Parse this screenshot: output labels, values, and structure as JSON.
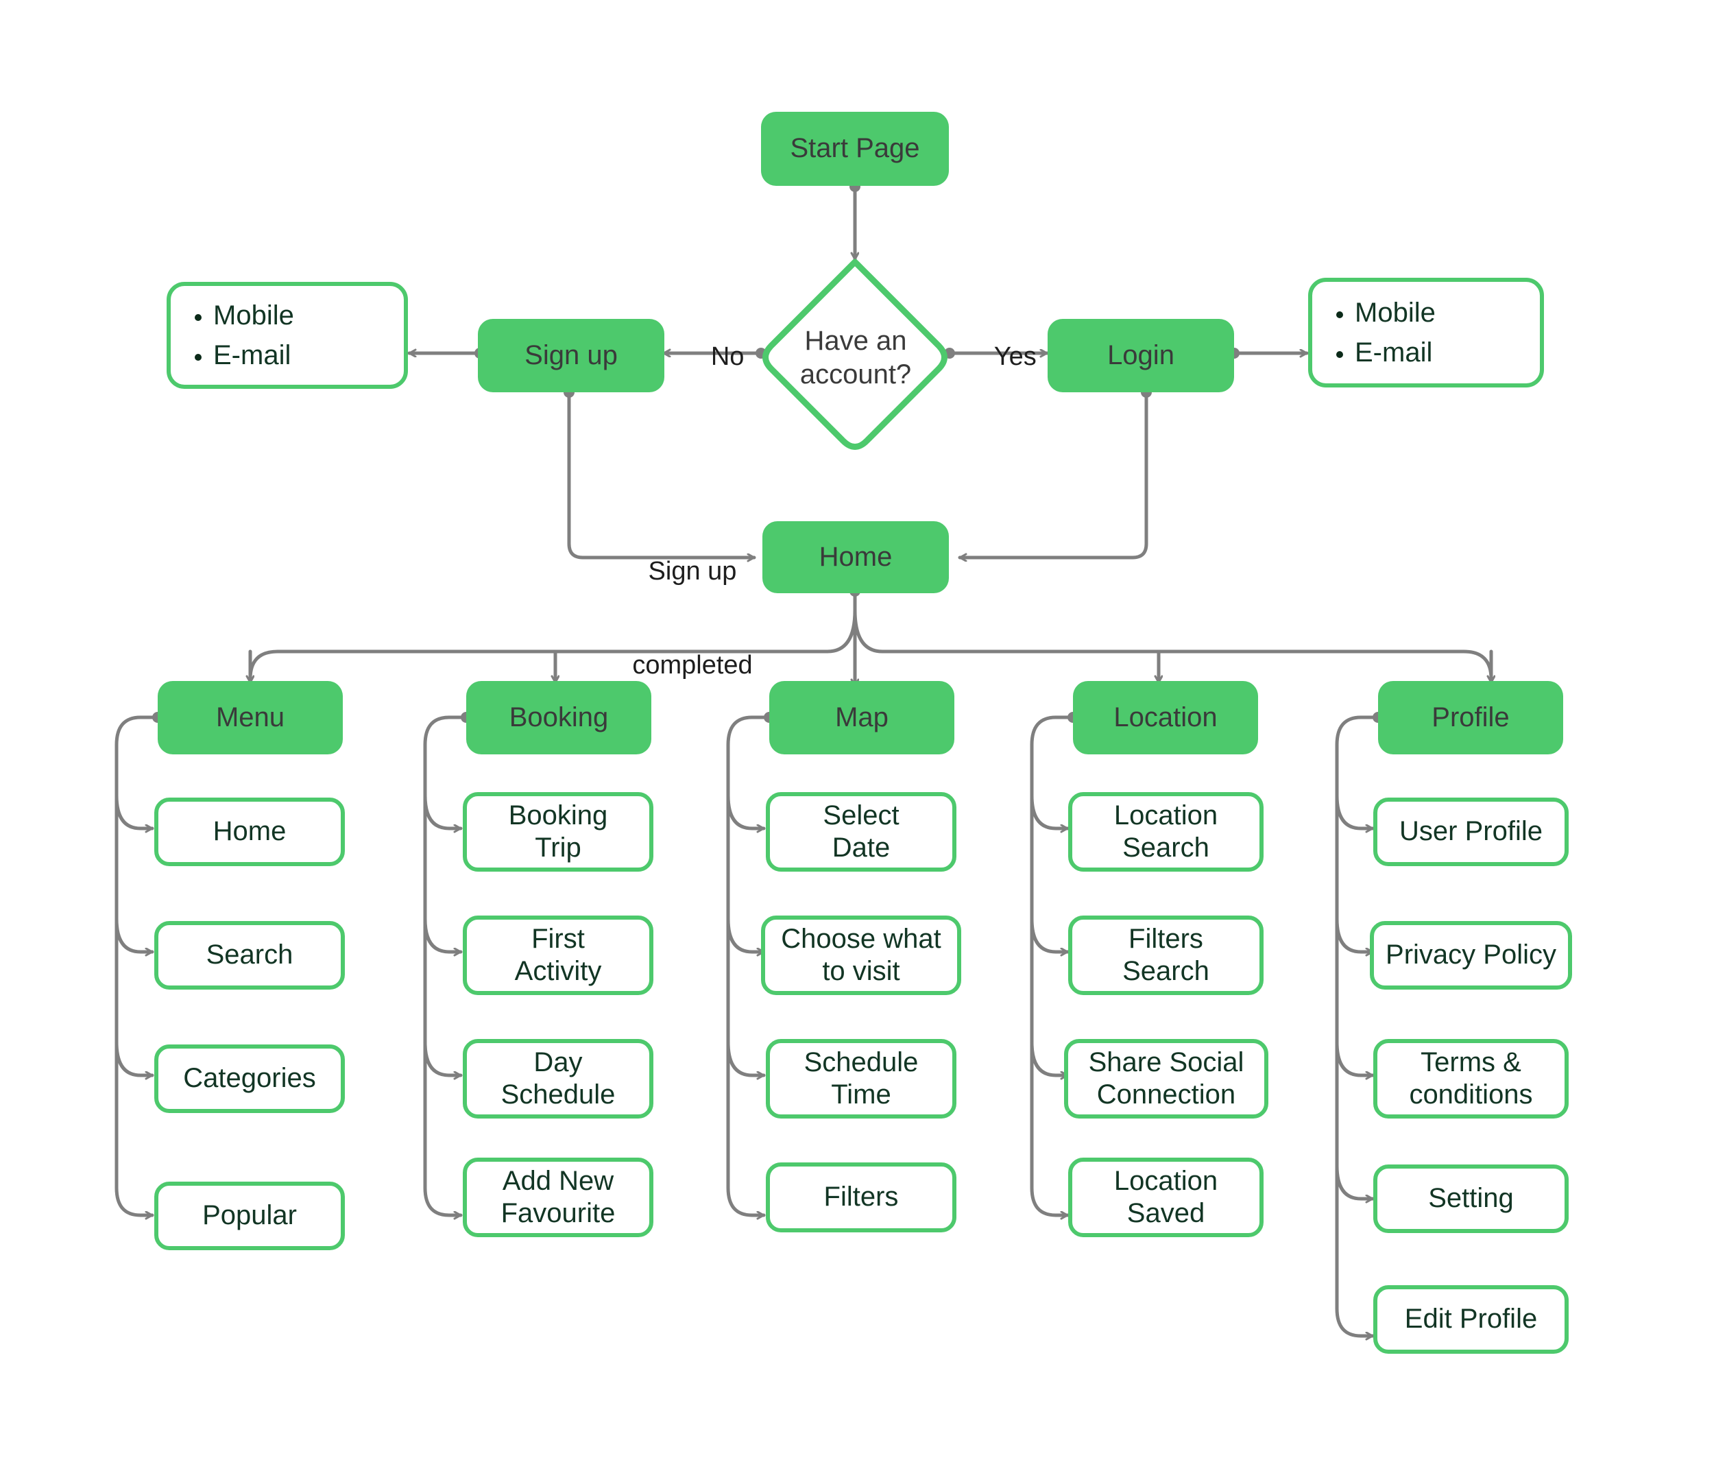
{
  "diagram": {
    "title": "App Navigation Flowchart",
    "colors": {
      "node_fill": "#4dc96c",
      "node_border": "#4dc96c",
      "node_text_dark": "#123524",
      "filled_text": "#3a3a3a",
      "connector": "#7f7f7f",
      "background": "#ffffff"
    },
    "start": {
      "label": "Start Page"
    },
    "decision": {
      "label": "Have an account?",
      "line1": "Have an",
      "line2": "account?"
    },
    "edge_labels": {
      "no": "No",
      "yes": "Yes",
      "signup_completed_line1": "Sign up",
      "signup_completed_line2": "completed"
    },
    "signup": {
      "label": "Sign up"
    },
    "login": {
      "label": "Login"
    },
    "signup_methods": {
      "items": [
        "Mobile",
        "E-mail"
      ]
    },
    "login_methods": {
      "items": [
        "Mobile",
        "E-mail"
      ]
    },
    "home": {
      "label": "Home"
    },
    "columns": [
      {
        "key": "menu",
        "parent": "Menu",
        "children": [
          {
            "line1": "Home",
            "line2": ""
          },
          {
            "line1": "Search",
            "line2": ""
          },
          {
            "line1": "Categories",
            "line2": ""
          },
          {
            "line1": "Popular",
            "line2": ""
          }
        ]
      },
      {
        "key": "booking",
        "parent": "Booking",
        "children": [
          {
            "line1": "Booking",
            "line2": "Trip"
          },
          {
            "line1": "First",
            "line2": "Activity"
          },
          {
            "line1": "Day",
            "line2": "Schedule"
          },
          {
            "line1": "Add New",
            "line2": "Favourite"
          }
        ]
      },
      {
        "key": "map",
        "parent": "Map",
        "children": [
          {
            "line1": "Select",
            "line2": "Date"
          },
          {
            "line1": "Choose what",
            "line2": "to visit"
          },
          {
            "line1": "Schedule",
            "line2": "Time"
          },
          {
            "line1": "Filters",
            "line2": ""
          }
        ]
      },
      {
        "key": "location",
        "parent": "Location",
        "children": [
          {
            "line1": "Location",
            "line2": "Search"
          },
          {
            "line1": "Filters",
            "line2": "Search"
          },
          {
            "line1": "Share Social",
            "line2": "Connection"
          },
          {
            "line1": "Location",
            "line2": "Saved"
          }
        ]
      },
      {
        "key": "profile",
        "parent": "Profile",
        "children": [
          {
            "line1": "User Profile",
            "line2": ""
          },
          {
            "line1": "Privacy Policy",
            "line2": ""
          },
          {
            "line1": "Terms &",
            "line2": "conditions"
          },
          {
            "line1": "Setting",
            "line2": ""
          },
          {
            "line1": "Edit Profile",
            "line2": ""
          }
        ]
      }
    ]
  }
}
